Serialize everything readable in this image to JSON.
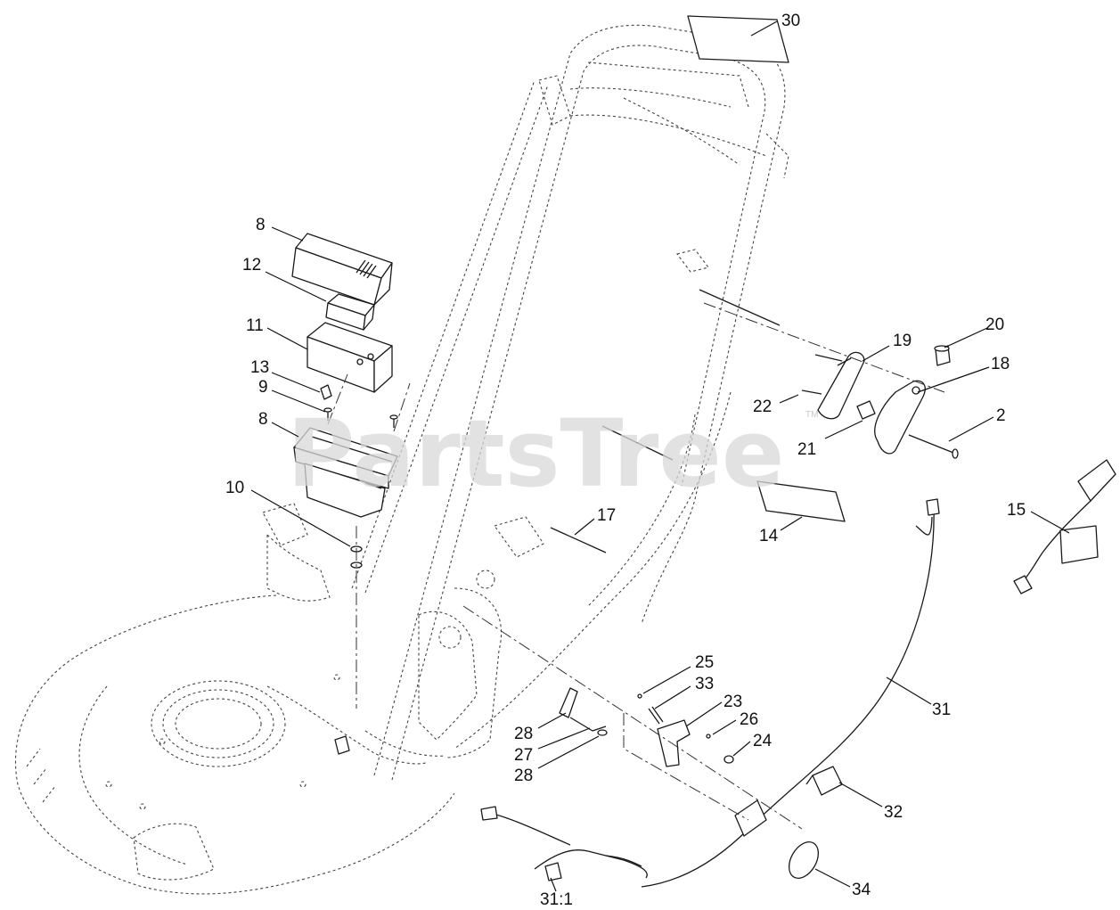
{
  "watermark": {
    "text": "PartsTree",
    "trademark": "TM"
  },
  "callouts": {
    "c30": "30",
    "c8a": "8",
    "c12": "12",
    "c11": "11",
    "c13": "13",
    "c9": "9",
    "c8b": "8",
    "c10": "10",
    "c19": "19",
    "c20": "20",
    "c18": "18",
    "c22": "22",
    "c21": "21",
    "c2": "2",
    "c17": "17",
    "c14": "14",
    "c15": "15",
    "c25": "25",
    "c33": "33",
    "c23": "23",
    "c26": "26",
    "c24": "24",
    "c28a": "28",
    "c27": "27",
    "c28b": "28",
    "c31": "31",
    "c32": "32",
    "c34": "34",
    "c31_1": "31:1"
  },
  "colors": {
    "line": "#1a1a1a",
    "watermark": "#d9d9d9",
    "background": "#ffffff"
  }
}
